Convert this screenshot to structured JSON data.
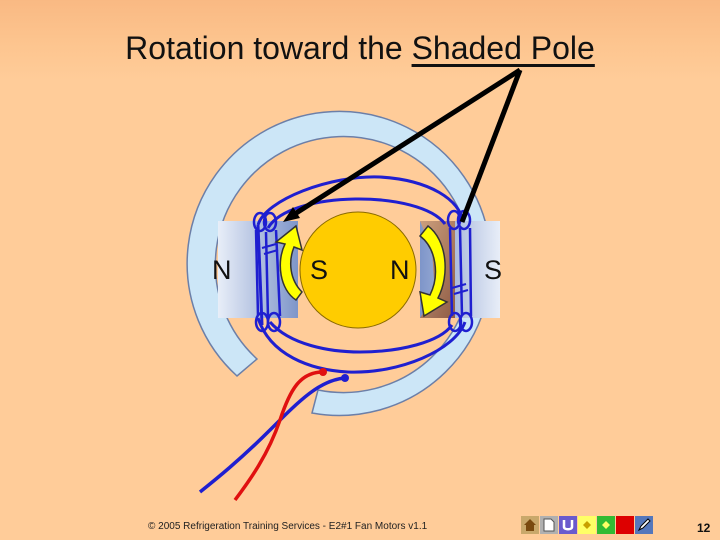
{
  "slide": {
    "title_prefix": "Rotation toward the ",
    "title_emphasis": "Shaded Pole",
    "footer": "© 2005 Refrigeration Training Services - E2#1 Fan Motors v1.1",
    "page_number": "12"
  },
  "diagram": {
    "stator_left_pole": "N",
    "rotor_left_pole": "S",
    "rotor_right_pole": "N",
    "stator_right_pole": "S"
  },
  "colors": {
    "stator": "#CCE6F7",
    "rotor": "#FFCC00",
    "winding": "#1F1FD0",
    "lead_red": "#E01010",
    "arrow": "#FFFF00",
    "pointer": "#000000"
  },
  "nav": [
    {
      "icon": "home-icon"
    },
    {
      "icon": "document-icon"
    },
    {
      "icon": "return-icon"
    },
    {
      "icon": "back-icon"
    },
    {
      "icon": "forward-icon"
    },
    {
      "icon": "stop-icon"
    },
    {
      "icon": "pen-icon"
    }
  ]
}
